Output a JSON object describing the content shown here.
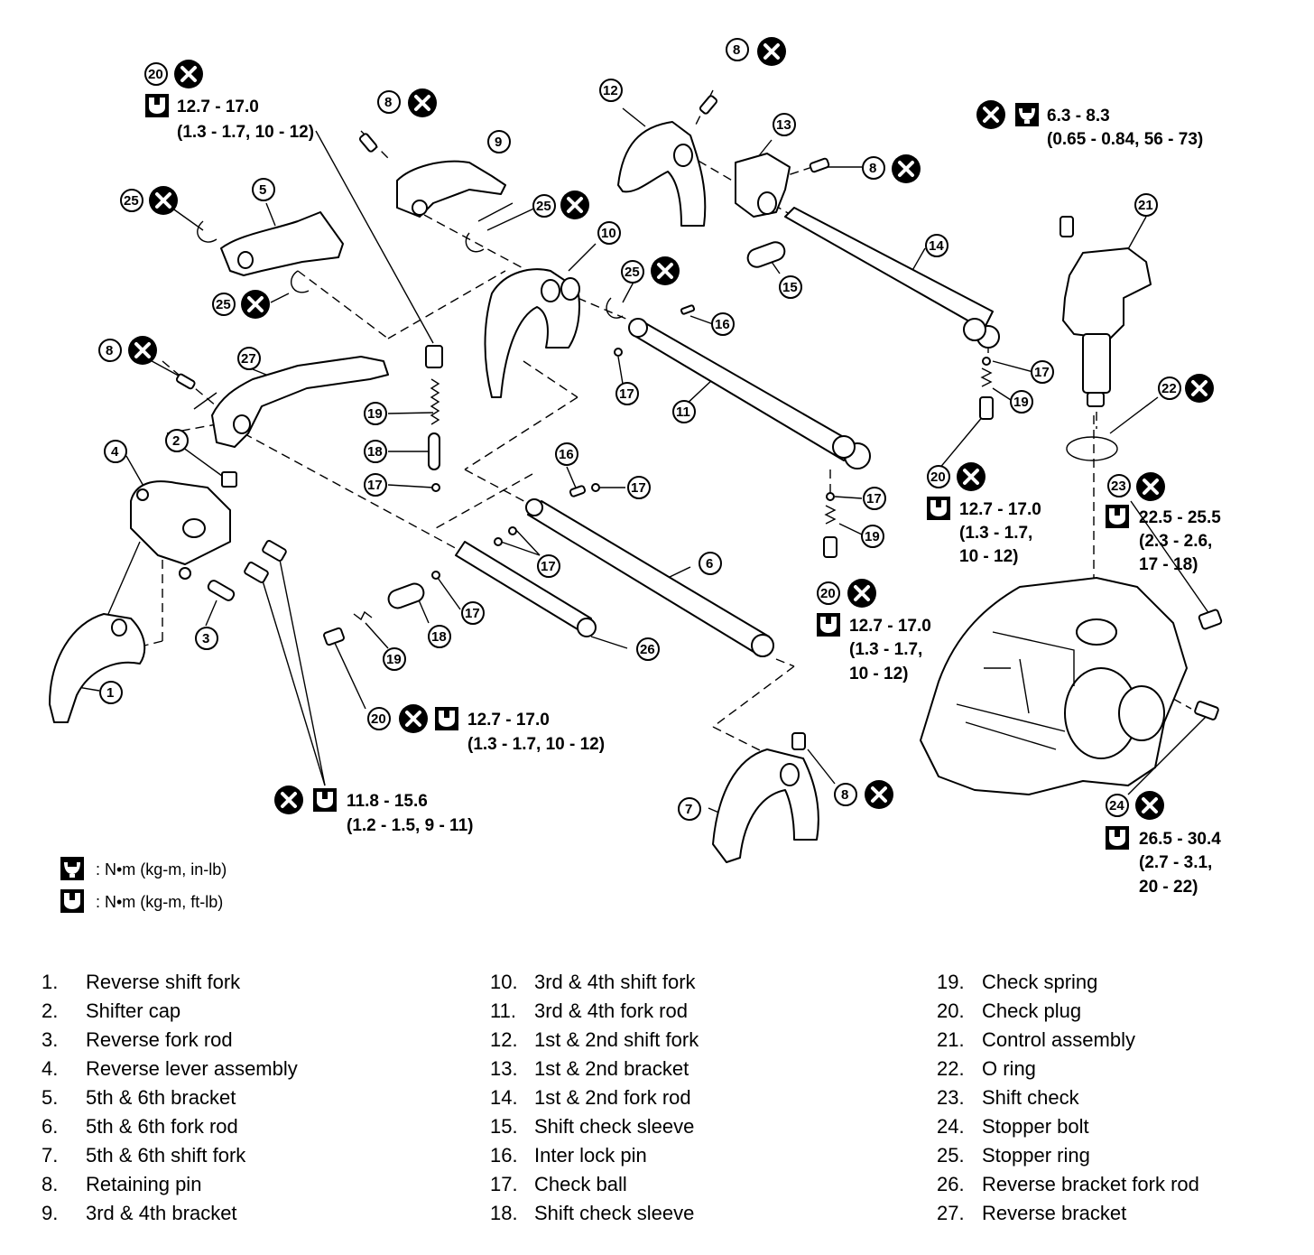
{
  "torque_specs": {
    "t20_top": [
      "12.7 - 17.0",
      "(1.3 - 1.7, 10 - 12)"
    ],
    "t21_top": [
      "6.3 - 8.3",
      "(0.65 - 0.84, 56 - 73)"
    ],
    "t20_right": [
      "12.7 - 17.0",
      "(1.3 - 1.7,",
      "10 - 12)"
    ],
    "t23": [
      "22.5 - 25.5",
      "(2.3 - 2.6,",
      "17 - 18)"
    ],
    "t20_mid": [
      "12.7 - 17.0",
      "(1.3 - 1.7,",
      "10 - 12)"
    ],
    "t20_bottom": [
      "12.7 - 17.0",
      "(1.3 - 1.7, 10 - 12)"
    ],
    "t_bracket": [
      "11.8 - 15.6",
      "(1.2 - 1.5, 9 - 11)"
    ],
    "t24": [
      "26.5 - 30.4",
      "(2.7 - 3.1,",
      "20 - 22)"
    ]
  },
  "legend": [
    {
      "icon": "torque-inlb-icon",
      "text": ": N•m (kg-m, in-lb)"
    },
    {
      "icon": "torque-ftlb-icon",
      "text": ": N•m (kg-m, ft-lb)"
    }
  ],
  "parts": [
    {
      "num": "1.",
      "name": "Reverse shift fork"
    },
    {
      "num": "2.",
      "name": "Shifter cap"
    },
    {
      "num": "3.",
      "name": "Reverse fork rod"
    },
    {
      "num": "4.",
      "name": "Reverse lever assembly"
    },
    {
      "num": "5.",
      "name": "5th & 6th bracket"
    },
    {
      "num": "6.",
      "name": "5th & 6th fork rod"
    },
    {
      "num": "7.",
      "name": "5th & 6th shift fork"
    },
    {
      "num": "8.",
      "name": "Retaining pin"
    },
    {
      "num": "9.",
      "name": "3rd & 4th bracket"
    },
    {
      "num": "10.",
      "name": "3rd & 4th shift fork"
    },
    {
      "num": "11.",
      "name": "3rd & 4th fork rod"
    },
    {
      "num": "12.",
      "name": "1st & 2nd shift fork"
    },
    {
      "num": "13.",
      "name": "1st & 2nd bracket"
    },
    {
      "num": "14.",
      "name": "1st & 2nd fork rod"
    },
    {
      "num": "15.",
      "name": "Shift check sleeve"
    },
    {
      "num": "16.",
      "name": "Inter lock pin"
    },
    {
      "num": "17.",
      "name": "Check ball"
    },
    {
      "num": "18.",
      "name": "Shift check sleeve"
    },
    {
      "num": "19.",
      "name": "Check spring"
    },
    {
      "num": "20.",
      "name": "Check plug"
    },
    {
      "num": "21.",
      "name": "Control assembly"
    },
    {
      "num": "22.",
      "name": "O ring"
    },
    {
      "num": "23.",
      "name": "Shift check"
    },
    {
      "num": "24.",
      "name": "Stopper bolt"
    },
    {
      "num": "25.",
      "name": "Stopper ring"
    },
    {
      "num": "26.",
      "name": "Reverse bracket fork rod"
    },
    {
      "num": "27.",
      "name": "Reverse bracket"
    }
  ],
  "icons": {
    "replace": "x-circle-icon",
    "torque": "torque-wrench-icon"
  }
}
